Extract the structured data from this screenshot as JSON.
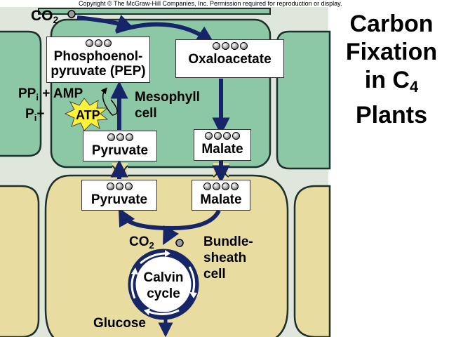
{
  "copyright": "Copyright © The McGraw-Hill Companies, Inc. Permission required for reproduction or display.",
  "title": {
    "line1": "Carbon",
    "line2": "Fixation",
    "line3_main": "in C",
    "line3_sub": "4",
    "line4": "Plants"
  },
  "molecules": {
    "pep_line1": "Phosphoenol-",
    "pep_line2": "pyruvate (PEP)",
    "oxaloacetate": "Oxaloacetate",
    "malate_mesophyll": "Malate",
    "pyruvate_mesophyll": "Pyruvate",
    "pyruvate_bundle": "Pyruvate",
    "malate_bundle": "Malate",
    "glucose": "Glucose"
  },
  "co2_top": {
    "main": "CO",
    "sub": "2"
  },
  "co2_bundle": {
    "main": "CO",
    "sub": "2"
  },
  "energy": {
    "ppi_main": "PP",
    "ppi_sub": "i",
    "ppi_rest": " + AMP",
    "pi_main": "P",
    "pi_sub": "i",
    "pi_rest": "+",
    "atp": "ATP"
  },
  "cells": {
    "mesophyll_line1": "Mesophyll",
    "mesophyll_line2": "cell",
    "bundle_line1": "Bundle-",
    "bundle_line2": "sheath",
    "bundle_line3": "cell"
  },
  "calvin": {
    "line1": "Calvin",
    "line2": "cycle"
  },
  "colors": {
    "mesophyll_fill": "#8dc8a6",
    "bundle_fill": "#e8dca0",
    "cell_border": "#1f2f2c",
    "arrow": "#162567",
    "atp_burst": "#fff23a"
  }
}
